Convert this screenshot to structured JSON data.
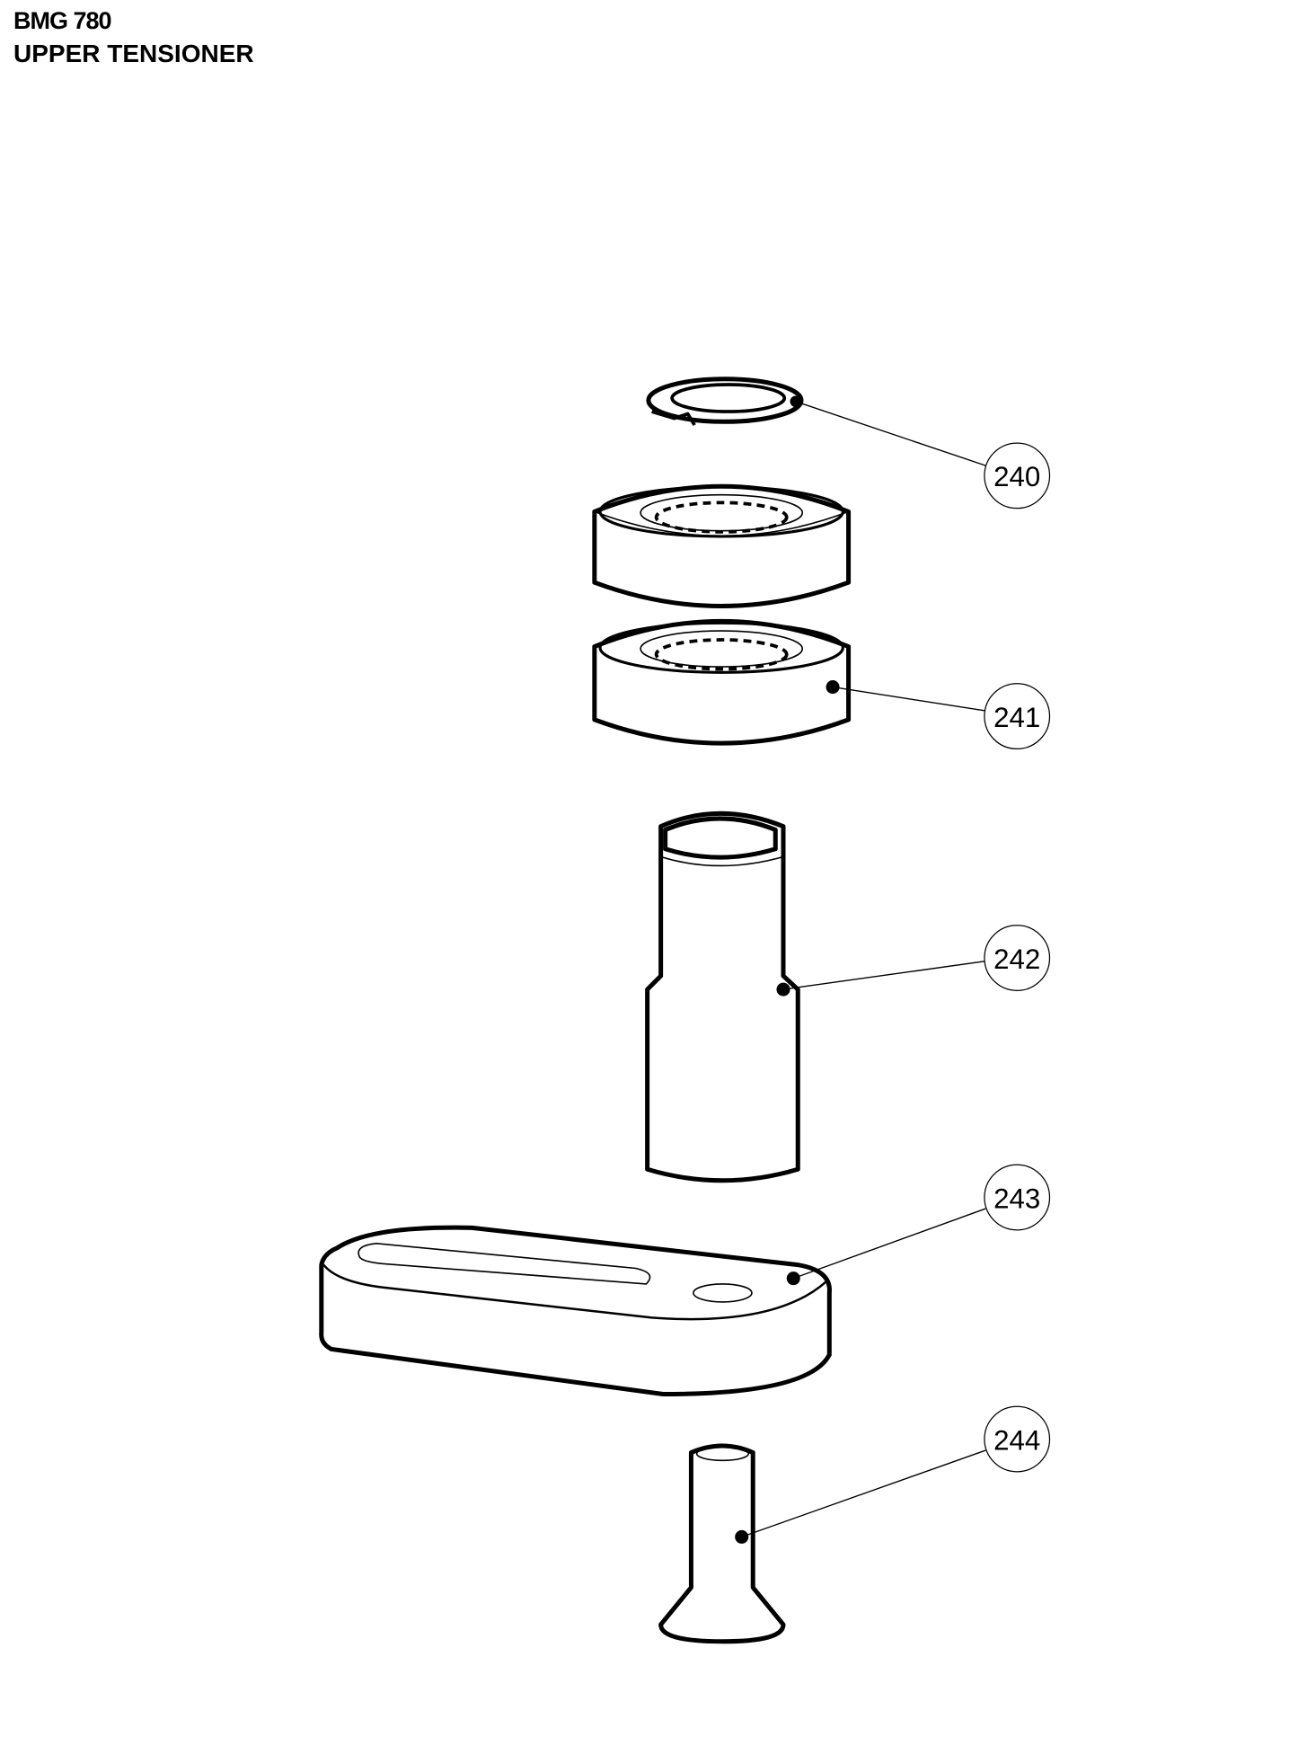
{
  "header": {
    "model": "BMG 780",
    "title": "UPPER TENSIONER"
  },
  "callouts": [
    {
      "id": "240",
      "part": "retaining-ring"
    },
    {
      "id": "241",
      "part": "bearing"
    },
    {
      "id": "242",
      "part": "pin-shaft"
    },
    {
      "id": "243",
      "part": "tensioner-plate"
    },
    {
      "id": "244",
      "part": "countersunk-screw"
    }
  ]
}
